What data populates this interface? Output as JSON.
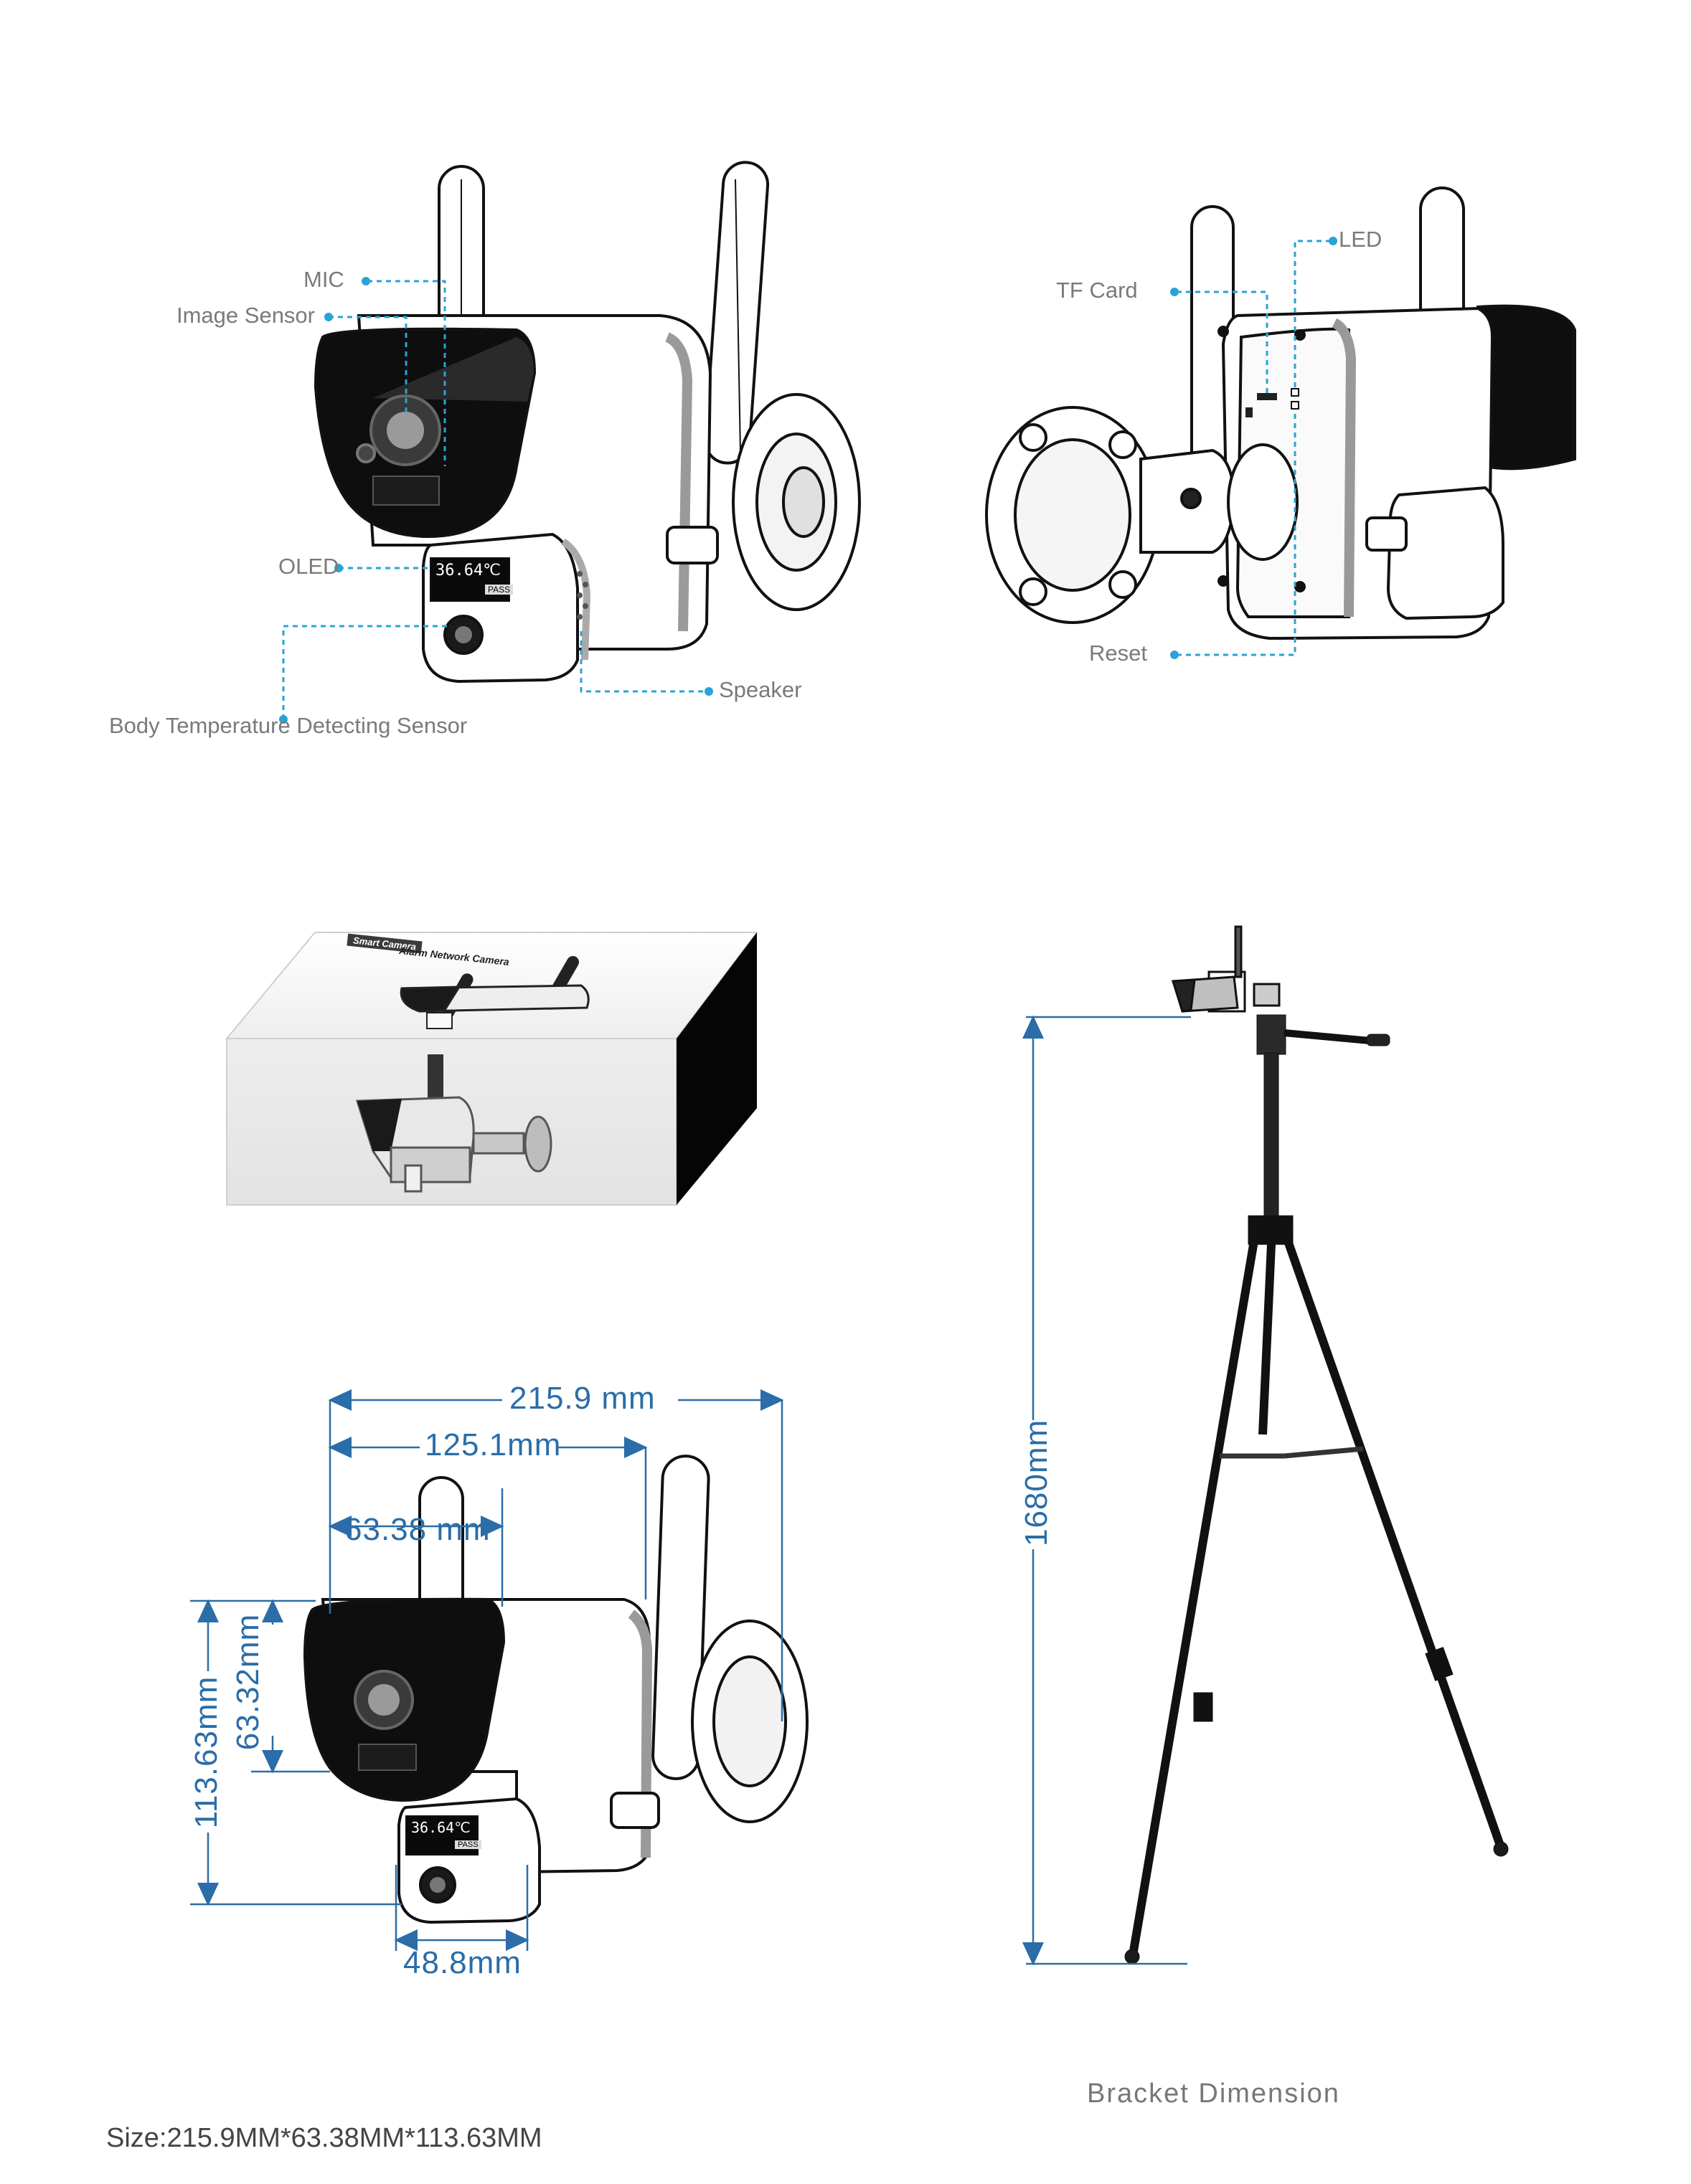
{
  "front_view": {
    "labels": {
      "mic": "MIC",
      "image_sensor": "Image Sensor",
      "oled": "OLED",
      "speaker": "Speaker",
      "body_temp_sensor": "Body Temperature Detecting Sensor"
    },
    "oled_reading": "36.64℃",
    "oled_status": "PASS"
  },
  "back_view": {
    "labels": {
      "led": "LED",
      "tf_card": "TF Card",
      "reset": "Reset"
    }
  },
  "box": {
    "tab_label": "Smart Camera",
    "subtitle": "Alarm Network Camera"
  },
  "dimensions": {
    "overall_width": "215.9 mm",
    "body_width": "125.1mm",
    "head_width": "63.38 mm",
    "total_height": "113.63mm",
    "head_height": "63.32mm",
    "base_width": "48.8mm",
    "oled_reading": "36.64℃",
    "oled_status": "PASS"
  },
  "tripod": {
    "height": "1680mm"
  },
  "captions": {
    "size": "Size:215.9MM*63.38MM*113.63MM",
    "bracket": "Bracket Dimension"
  },
  "colors": {
    "callout": "#29a3d6",
    "dimension": "#2a6da8",
    "label": "#7a7a7a"
  }
}
